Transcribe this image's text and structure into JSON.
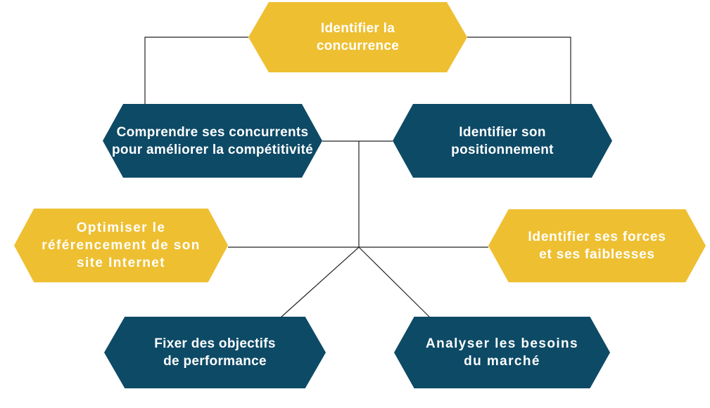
{
  "diagram": {
    "colors": {
      "yellow": "#EEBF31",
      "blue": "#0D4A66",
      "line": "#222222",
      "label": "#FFFFFF",
      "background": "#FFFFFF"
    },
    "nodes": [
      {
        "id": "identifier-la-concurrence",
        "color": "yellow",
        "label": "Identifier la\nconcurrence"
      },
      {
        "id": "comprendre-ses-concurrents",
        "color": "blue",
        "label": "Comprendre ses concurrents\npour améliorer la compétitivité"
      },
      {
        "id": "identifier-son-positionnement",
        "color": "blue",
        "label": "Identifier son\npositionnement"
      },
      {
        "id": "optimiser-le-referencement",
        "color": "yellow",
        "label": "Optimiser le\nréférencement de son\nsite Internet"
      },
      {
        "id": "identifier-ses-forces",
        "color": "yellow",
        "label": "Identifier ses forces\net ses faiblesses"
      },
      {
        "id": "fixer-des-objectifs",
        "color": "blue",
        "label": "Fixer des objectifs\nde performance"
      },
      {
        "id": "analyser-les-besoins",
        "color": "blue",
        "label": "Analyser les besoins\ndu marché"
      }
    ]
  }
}
